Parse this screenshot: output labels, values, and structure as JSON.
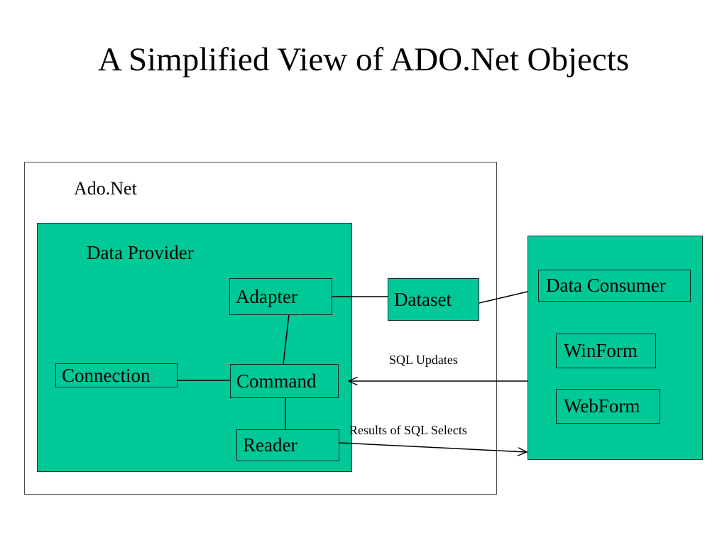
{
  "slide": {
    "title": "A Simplified View of ADO.Net Objects"
  },
  "diagram": {
    "type": "block-diagram",
    "outer_container": {
      "label": "Ado.Net"
    },
    "provider_panel": {
      "label": "Data Provider",
      "color": "#00c896",
      "nodes": [
        {
          "id": "adapter",
          "label": "Adapter"
        },
        {
          "id": "command",
          "label": "Command"
        },
        {
          "id": "connection",
          "label": "Connection"
        },
        {
          "id": "reader",
          "label": "Reader"
        }
      ]
    },
    "dataset": {
      "label": "Dataset",
      "color": "#00c896"
    },
    "consumer_panel": {
      "color": "#00c896",
      "nodes": [
        {
          "id": "data-consumer",
          "label": "Data Consumer"
        },
        {
          "id": "winform",
          "label": "WinForm"
        },
        {
          "id": "webform",
          "label": "WebForm"
        }
      ]
    },
    "edge_labels": {
      "sql_updates": "SQL Updates",
      "sql_selects": "Results of SQL Selects"
    },
    "edges": [
      {
        "from": "adapter",
        "to": "command",
        "arrow": "none"
      },
      {
        "from": "connection",
        "to": "command",
        "arrow": "none"
      },
      {
        "from": "command",
        "to": "reader",
        "arrow": "none"
      },
      {
        "from": "adapter",
        "to": "dataset",
        "arrow": "none"
      },
      {
        "from": "dataset",
        "to": "consumer-panel",
        "arrow": "none"
      },
      {
        "from": "consumer-panel",
        "to": "command",
        "arrow": "left",
        "label": "SQL Updates"
      },
      {
        "from": "reader",
        "to": "consumer-panel",
        "arrow": "right",
        "label": "Results of SQL Selects"
      }
    ],
    "colors": {
      "fill_green": "#00c896",
      "stroke": "#000000",
      "background": "#ffffff"
    }
  }
}
